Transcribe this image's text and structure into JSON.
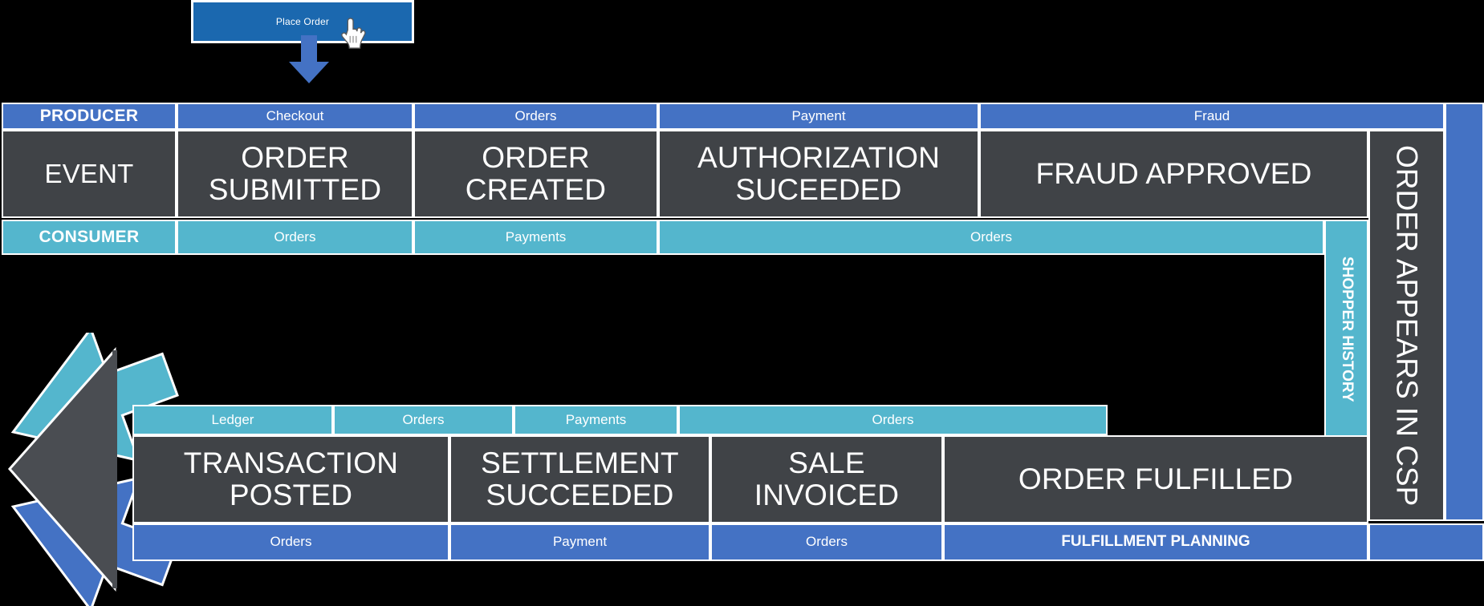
{
  "button": {
    "label": "Place Order",
    "icon": "pointing-hand-cursor-icon",
    "color": "#1B68AF"
  },
  "colors": {
    "producer": "#4472C4",
    "consumer": "#54B6CD",
    "event": "#404347",
    "background": "#000000",
    "border": "#FFFFFF"
  },
  "flow": {
    "top": {
      "producer_row_label": "PRODUCER",
      "event_row_label": "EVENT",
      "consumer_row_label": "CONSUMER",
      "producers": [
        "Checkout",
        "Orders",
        "Payment",
        "Fraud"
      ],
      "events": [
        "ORDER SUBMITTED",
        "ORDER CREATED",
        "AUTHORIZATION SUCEEDED",
        "FRAUD APPROVED"
      ],
      "consumers": [
        "Orders",
        "Payments",
        "Orders"
      ]
    },
    "bottom": {
      "consumers": [
        "Ledger",
        "Orders",
        "Payments",
        "Orders"
      ],
      "events": [
        "TRANSACTION POSTED",
        "SETTLEMENT SUCCEEDED",
        "SALE INVOICED",
        "ORDER FULFILLED"
      ],
      "producers": [
        "Orders",
        "Payment",
        "Orders",
        "FULFILLMENT PLANNING"
      ]
    },
    "vertical": {
      "shopper_history": "SHOPPER HISTORY",
      "order_appears_in_csp": "ORDER APPEARS IN CSP"
    }
  }
}
